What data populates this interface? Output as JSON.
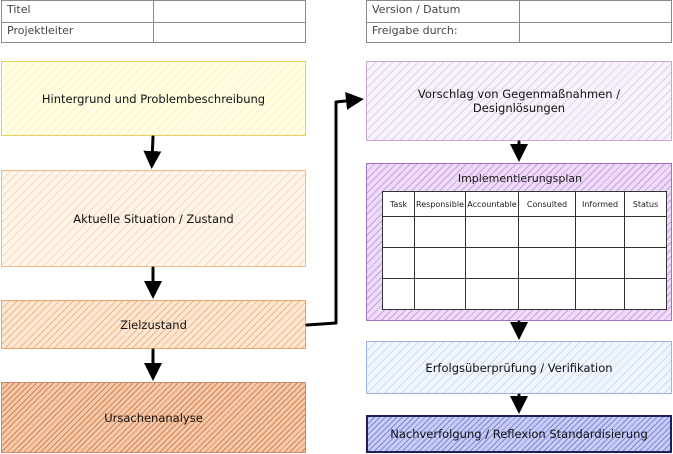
{
  "header_left": {
    "rows": [
      {
        "label": "Titel",
        "value": ""
      },
      {
        "label": "Projektleiter",
        "value": ""
      }
    ]
  },
  "header_right": {
    "rows": [
      {
        "label": "Version / Datum",
        "value": ""
      },
      {
        "label": "Freigabe durch:",
        "value": ""
      }
    ]
  },
  "left_column": {
    "background": "Hintergrund und Problembeschreibung",
    "current_state": "Aktuelle Situation / Zustand",
    "target_state": "Zielzustand",
    "root_cause": "Ursachenanalyse"
  },
  "right_column": {
    "countermeasures": "Vorschlag von Gegenmaßnahmen /  Designlösungen",
    "plan": {
      "title": "Implementierungsplan",
      "columns": [
        "Task",
        "Responsible",
        "Accountable",
        "Consulted",
        "Informed",
        "Status"
      ],
      "rows": [
        [
          "",
          "",
          "",
          "",
          "",
          ""
        ],
        [
          "",
          "",
          "",
          "",
          "",
          ""
        ],
        [
          "",
          "",
          "",
          "",
          "",
          ""
        ]
      ]
    },
    "verification": "Erfolgsüberprüfung / Verifikation",
    "follow_up": "Nachverfolgung / Reflexion Standardisierung"
  },
  "colors": {
    "yellow": "#fffde6",
    "peach": "#fff4ea",
    "orange": "#fde7d2",
    "brown": "#f6c9a8",
    "lilac": "#f8f2fa",
    "violet": "#eedcf7",
    "blue": "#f0f4fc",
    "indigo": "#c9cdf3",
    "arrow": "#000000"
  }
}
